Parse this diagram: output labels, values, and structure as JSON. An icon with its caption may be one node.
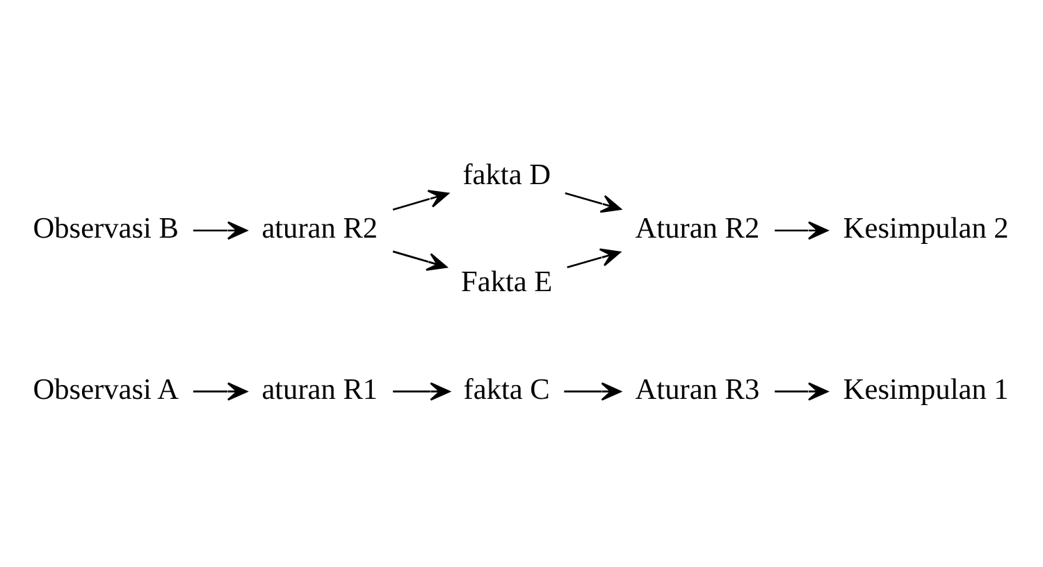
{
  "diagram": {
    "nodes": [
      {
        "text": [
          "Observasi A"
        ]
      },
      {
        "text": [
          "aturan R1"
        ]
      },
      {
        "text": [
          "fakta C"
        ]
      },
      {
        "text": [
          "Kesimpulan 1"
        ]
      },
      {
        "text": [
          "Aturan R3"
        ]
      },
      {
        "text": [
          "Observasi B"
        ]
      },
      {
        "text": [
          "aturan R2"
        ]
      },
      {
        "text": [
          "fakta D"
        ]
      },
      {
        "text": [
          "Kesimpulan 2"
        ]
      },
      {
        "text": [
          "Aturan R2"
        ]
      },
      {
        "text": [
          "Fakta E"
        ]
      }
    ],
    "edges": [
      {
        "from": 0,
        "to": 1,
        "arrow": "to"
      },
      {
        "from": 1,
        "to": 2,
        "arrow": "to"
      },
      {
        "from": 2,
        "to": 4,
        "arrow": "to"
      },
      {
        "from": 4,
        "to": 3,
        "arrow": "to"
      },
      {
        "from": 5,
        "to": 6,
        "arrow": "to"
      },
      {
        "from": 6,
        "to": 7,
        "arrow": "to"
      },
      {
        "from": 6,
        "to": 10,
        "arrow": "to"
      },
      {
        "from": 7,
        "to": 9,
        "arrow": "to"
      },
      {
        "from": 10,
        "to": 9,
        "arrow": "to"
      },
      {
        "from": 9,
        "to": 8,
        "arrow": "to"
      }
    ]
  }
}
